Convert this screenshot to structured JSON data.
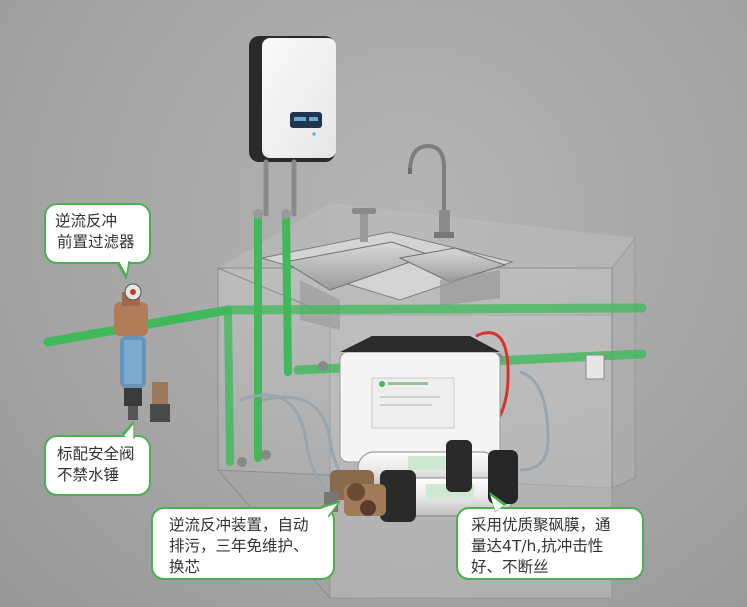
{
  "callouts": {
    "prefilter": {
      "lines": [
        "逆流反冲",
        "前置过滤器"
      ]
    },
    "safety_valve": {
      "lines": [
        "标配安全阀",
        "不禁水锤"
      ]
    },
    "backwash_device": {
      "lines": [
        "逆流反冲装置，自动",
        "排污，三年免维护、",
        "换芯"
      ]
    },
    "membrane": {
      "lines": [
        "采用优质聚砜膜，通",
        "量达4T/h,抗冲击性",
        "好、不断丝"
      ]
    }
  },
  "colors": {
    "pipe_green": "#3fb95a",
    "callout_border": "#4caf50",
    "hot_line": "#d9342b",
    "cold_line": "#2f5fd0",
    "background": "#a8a8a8"
  }
}
